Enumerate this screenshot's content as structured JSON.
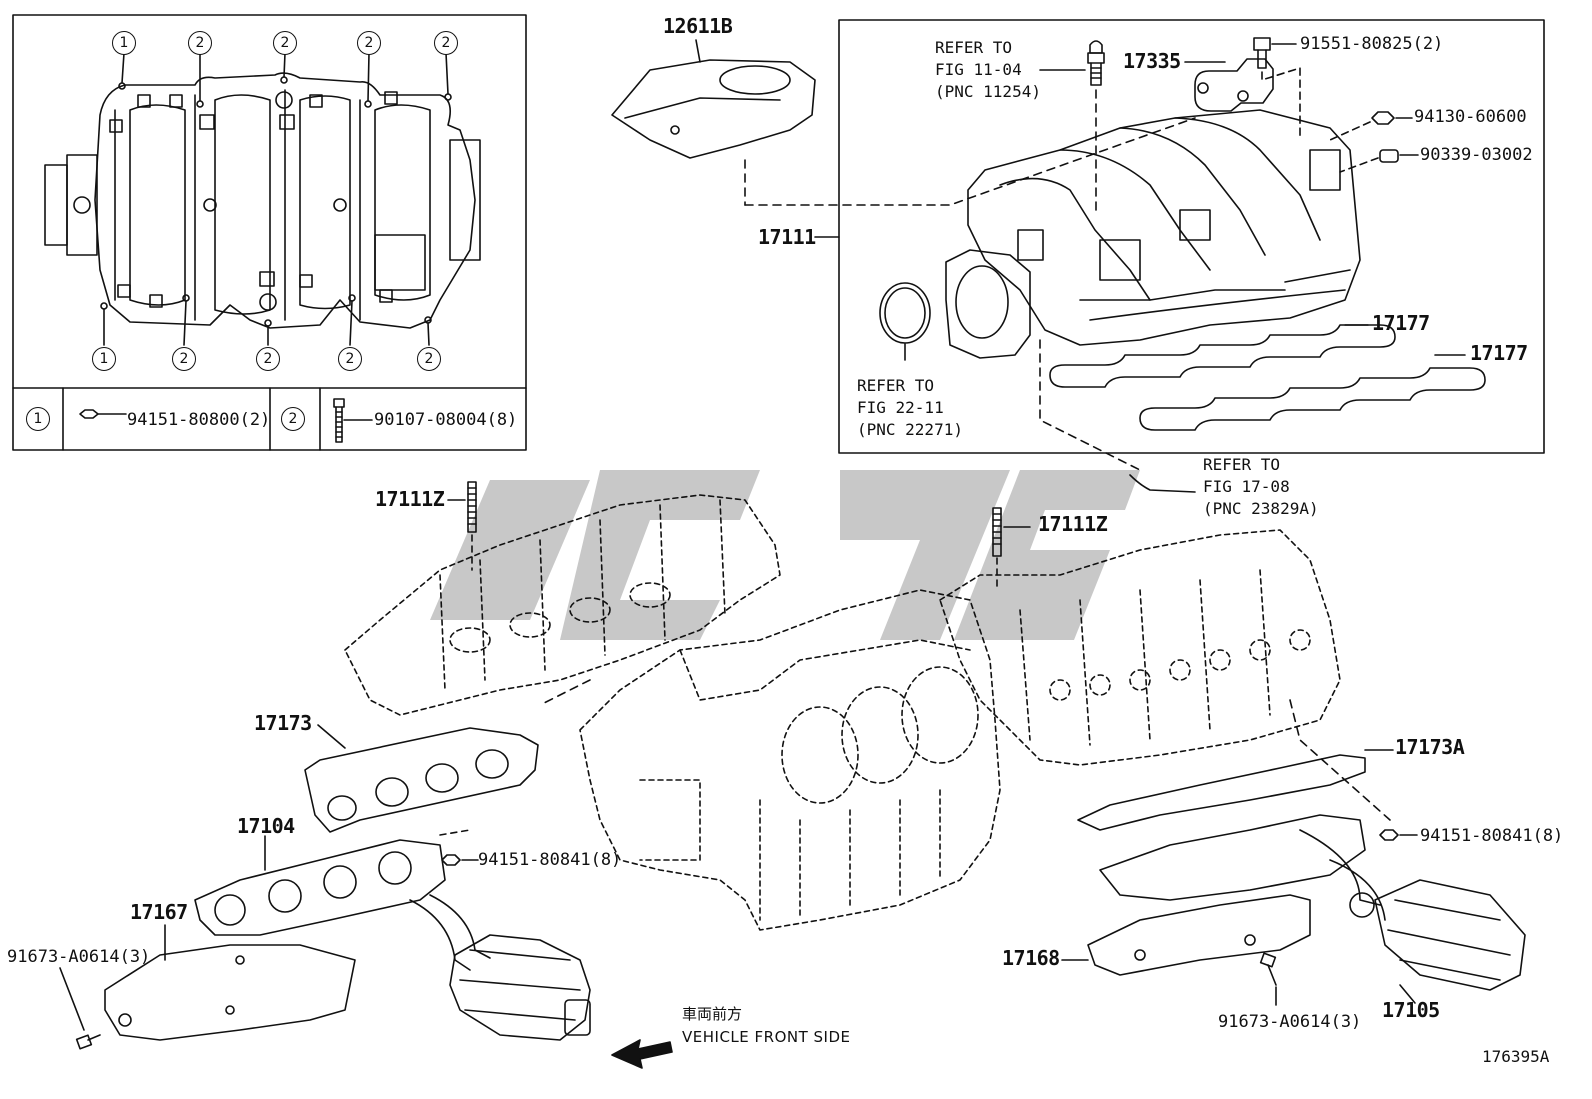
{
  "inset": {
    "callout_1": "1",
    "callout_2": "2",
    "legend": {
      "item1_num": "1",
      "item1_part": "94151-80800(2)",
      "item2_num": "2",
      "item2_part": "90107-08004(8)"
    }
  },
  "labels": {
    "p12611B": "12611B",
    "p17111": "17111",
    "p17335": "17335",
    "p91551": "91551-80825(2)",
    "p94130": "94130-60600",
    "p90339": "90339-03002",
    "p17177a": "17177",
    "p17177b": "17177",
    "ref1104": "REFER TO\nFIG 11-04\n(PNC 11254)",
    "ref2211": "REFER TO\nFIG 22-11\n(PNC 22271)",
    "ref1708": "REFER TO\nFIG 17-08\n(PNC 23829A)",
    "p17111Z_left": "17111Z",
    "p17111Z_right": "17111Z",
    "p17173": "17173",
    "p17173A": "17173A",
    "p17104": "17104",
    "p94151_left": "94151-80841(8)",
    "p94151_right": "94151-80841(8)",
    "p17167": "17167",
    "p91673_left": "91673-A0614(3)",
    "p91673_right": "91673-A0614(3)",
    "p17168": "17168",
    "p17105": "17105",
    "front_jp": "車両前方",
    "front_en": "VEHICLE FRONT SIDE",
    "fig_no": "176395A"
  }
}
